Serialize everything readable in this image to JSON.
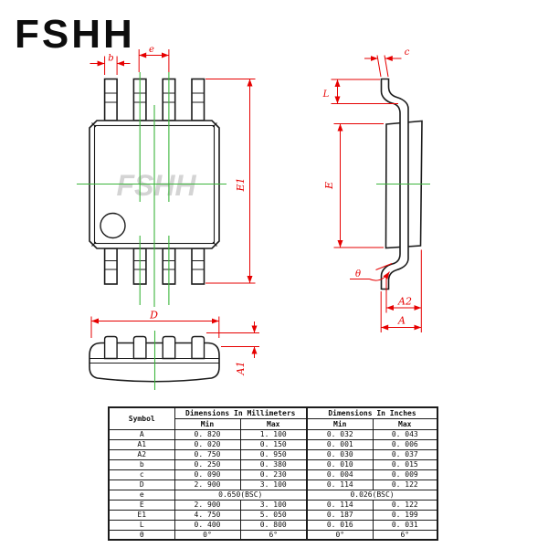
{
  "logo": {
    "text": "FSHH"
  },
  "watermark": {
    "text": "FSHH"
  },
  "colors": {
    "dimension_red": "#e60000",
    "centerline_green": "#3cb53c",
    "outline_ink": "#1c1c1c",
    "watermark_gray": "#d4d4d4"
  },
  "dim_labels": {
    "b": "b",
    "e": "e",
    "E1": "E1",
    "c": "c",
    "L": "L",
    "E": "E",
    "theta": "θ",
    "A2": "A2",
    "A": "A",
    "D": "D",
    "A1": "A1"
  },
  "table": {
    "symbol_header": "Symbol",
    "mm_header": "Dimensions In Millimeters",
    "in_header": "Dimensions In Inches",
    "min_label": "Min",
    "max_label": "Max",
    "rows": [
      {
        "symbol": "A",
        "mm_min": "0. 820",
        "mm_max": "1. 100",
        "in_min": "0. 032",
        "in_max": "0. 043"
      },
      {
        "symbol": "A1",
        "mm_min": "0. 020",
        "mm_max": "0. 150",
        "in_min": "0. 001",
        "in_max": "0. 006"
      },
      {
        "symbol": "A2",
        "mm_min": "0. 750",
        "mm_max": "0. 950",
        "in_min": "0. 030",
        "in_max": "0. 037"
      },
      {
        "symbol": "b",
        "mm_min": "0. 250",
        "mm_max": "0. 380",
        "in_min": "0. 010",
        "in_max": "0. 015"
      },
      {
        "symbol": "c",
        "mm_min": "0. 090",
        "mm_max": "0. 230",
        "in_min": "0. 004",
        "in_max": "0. 009"
      },
      {
        "symbol": "D",
        "mm_min": "2. 900",
        "mm_max": "3. 100",
        "in_min": "0. 114",
        "in_max": "0. 122"
      },
      {
        "symbol": "e",
        "mm_span": "0.650(BSC)",
        "in_span": "0.026(BSC)"
      },
      {
        "symbol": "E",
        "mm_min": "2. 900",
        "mm_max": "3. 100",
        "in_min": "0. 114",
        "in_max": "0. 122"
      },
      {
        "symbol": "E1",
        "mm_min": "4. 750",
        "mm_max": "5. 050",
        "in_min": "0. 187",
        "in_max": "0. 199"
      },
      {
        "symbol": "L",
        "mm_min": "0. 400",
        "mm_max": "0. 800",
        "in_min": "0. 016",
        "in_max": "0. 031"
      },
      {
        "symbol": "θ",
        "mm_min": "0°",
        "mm_max": "6°",
        "in_min": "0°",
        "in_max": "6°"
      }
    ]
  }
}
